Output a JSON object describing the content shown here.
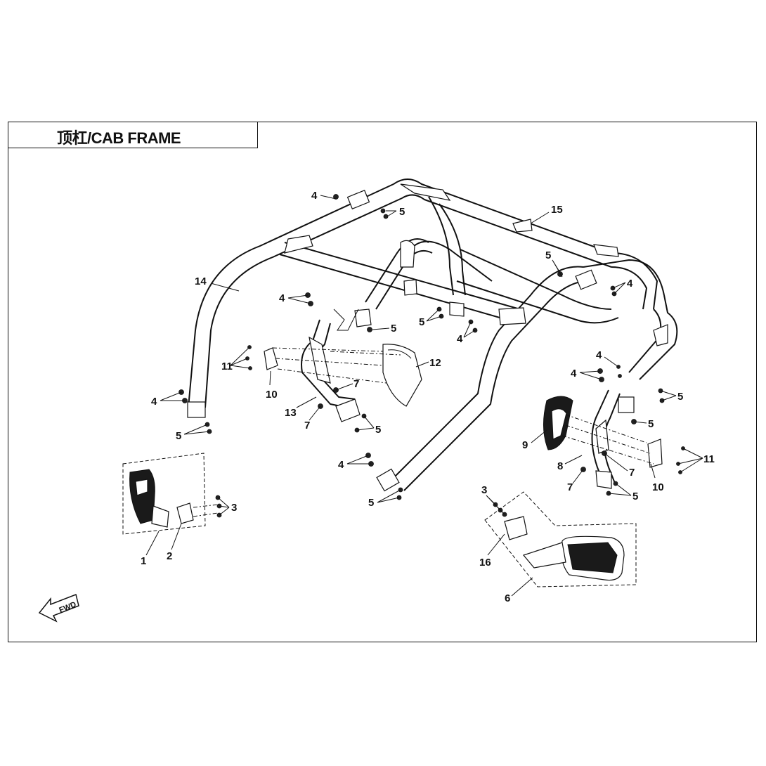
{
  "title": "顶杠/CAB FRAME",
  "fwd_label": "FWD",
  "parts": {
    "p1": "1",
    "p2": "2",
    "p3a": "3",
    "p3b": "3",
    "p4a": "4",
    "p4b": "4",
    "p4c": "4",
    "p4d": "4",
    "p4e": "4",
    "p4f": "4",
    "p4g": "4",
    "p4h": "4",
    "p5a": "5",
    "p5b": "5",
    "p5c": "5",
    "p5d": "5",
    "p5e": "5",
    "p5f": "5",
    "p5g": "5",
    "p5h": "5",
    "p5i": "5",
    "p5j": "5",
    "p6": "6",
    "p7a": "7",
    "p7b": "7",
    "p7c": "7",
    "p7d": "7",
    "p8": "8",
    "p9": "9",
    "p10a": "10",
    "p10b": "10",
    "p11a": "11",
    "p11b": "11",
    "p12": "12",
    "p13": "13",
    "p14": "14",
    "p15": "15",
    "p16": "16"
  }
}
